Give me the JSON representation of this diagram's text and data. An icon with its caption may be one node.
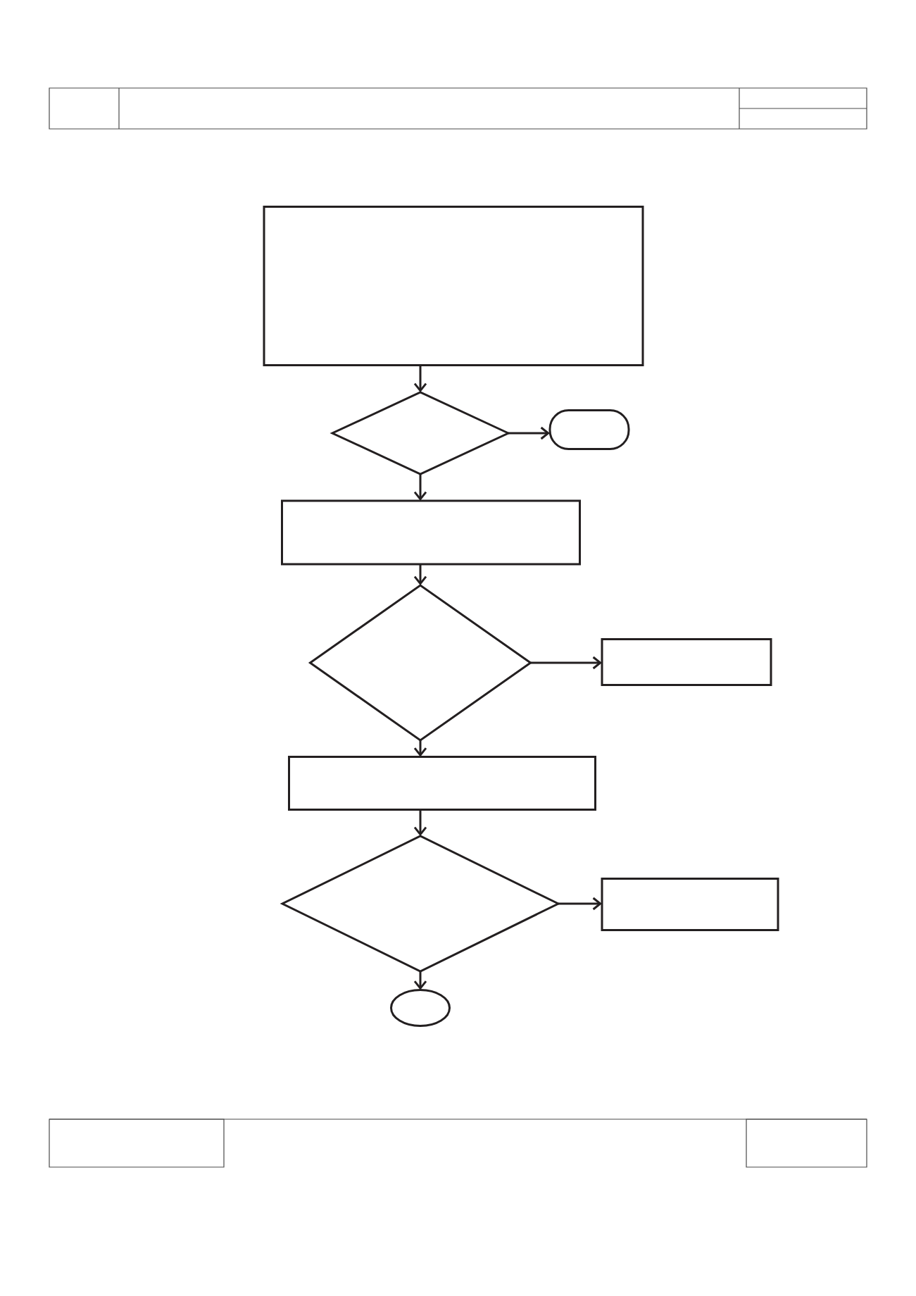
{
  "diagram": {
    "nodes": [
      {
        "text": [],
        "shape": "box"
      },
      {
        "text": [],
        "shape": "diamond"
      },
      {
        "text": [],
        "shape": "pill"
      },
      {
        "text": [],
        "shape": "box"
      },
      {
        "text": [],
        "shape": "diamond"
      },
      {
        "text": [],
        "shape": "box"
      },
      {
        "text": [],
        "shape": "box"
      },
      {
        "text": [],
        "shape": "diamond"
      },
      {
        "text": [],
        "shape": "box"
      },
      {
        "text": [],
        "shape": "ellipse"
      }
    ],
    "edges": [
      {
        "from": 0,
        "to": 1,
        "arrow": "to"
      },
      {
        "from": 1,
        "to": 2,
        "arrow": "to"
      },
      {
        "from": 1,
        "to": 3,
        "arrow": "to"
      },
      {
        "from": 3,
        "to": 4,
        "arrow": "to"
      },
      {
        "from": 4,
        "to": 5,
        "arrow": "to"
      },
      {
        "from": 4,
        "to": 6,
        "arrow": "to"
      },
      {
        "from": 6,
        "to": 7,
        "arrow": "to"
      },
      {
        "from": 7,
        "to": 8,
        "arrow": "to"
      },
      {
        "from": 7,
        "to": 9,
        "arrow": "to"
      }
    ]
  }
}
